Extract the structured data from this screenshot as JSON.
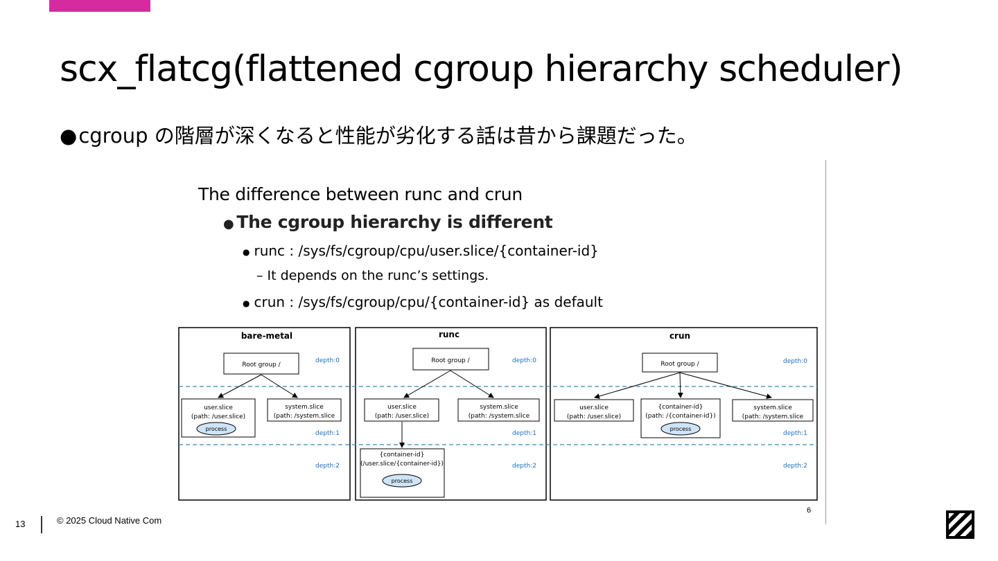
{
  "slide": {
    "title": "scx_flatcg(flattened cgroup hierarchy scheduler)",
    "bullet_dot": "●",
    "bullet_text": "cgroup  の階層が深くなると性能が劣化する話は昔から課題だった。"
  },
  "embedded": {
    "title": "The difference between runc and crun",
    "bullet1": "The cgroup hierarchy is different",
    "runc_line": "runc : /sys/fs/cgroup/cpu/user.slice/{container-id}",
    "runc_note": "– It depends on the runc’s settings.",
    "crun_line": "crun : /sys/fs/cgroup/cpu/{container-id} as default",
    "slide_number": "6",
    "panels": {
      "baremetal": {
        "title": "bare-metal",
        "root": "Root group /",
        "depth0": "depth:0",
        "depth1": "depth:1",
        "depth2": "depth:2",
        "user_slice": "user.slice",
        "user_path": "(path: /user.slice)",
        "system_slice": "system.slice",
        "system_path": "(path: /system.slice",
        "process": "process"
      },
      "runc": {
        "title": "runc",
        "root": "Root group /",
        "depth0": "depth:0",
        "depth1": "depth:1",
        "depth2": "depth:2",
        "user_slice": "user.slice",
        "user_path": "(path: /user.slice)",
        "system_slice": "system.slice",
        "system_path": "(path: /system.slice",
        "container": "{container-id}",
        "container_path": "(/user.slice/{container-id})",
        "process": "process"
      },
      "crun": {
        "title": "crun",
        "root": "Root group /",
        "depth0": "depth:0",
        "depth1": "depth:1",
        "depth2": "depth:2",
        "user_slice": "user.slice",
        "user_path": "(path: /user.slice)",
        "container": "{container-id}",
        "container_path": "(path: /{container-id})",
        "system_slice": "system.slice",
        "system_path": "(path: /system.slice",
        "process": "process"
      }
    }
  },
  "footer": {
    "page_number": "13",
    "copyright": "© 2025 Cloud Native Com"
  },
  "colors": {
    "accent": "#d62aa0",
    "depth_label": "#1a6fbf",
    "process_fill": "#cfe4f7"
  }
}
